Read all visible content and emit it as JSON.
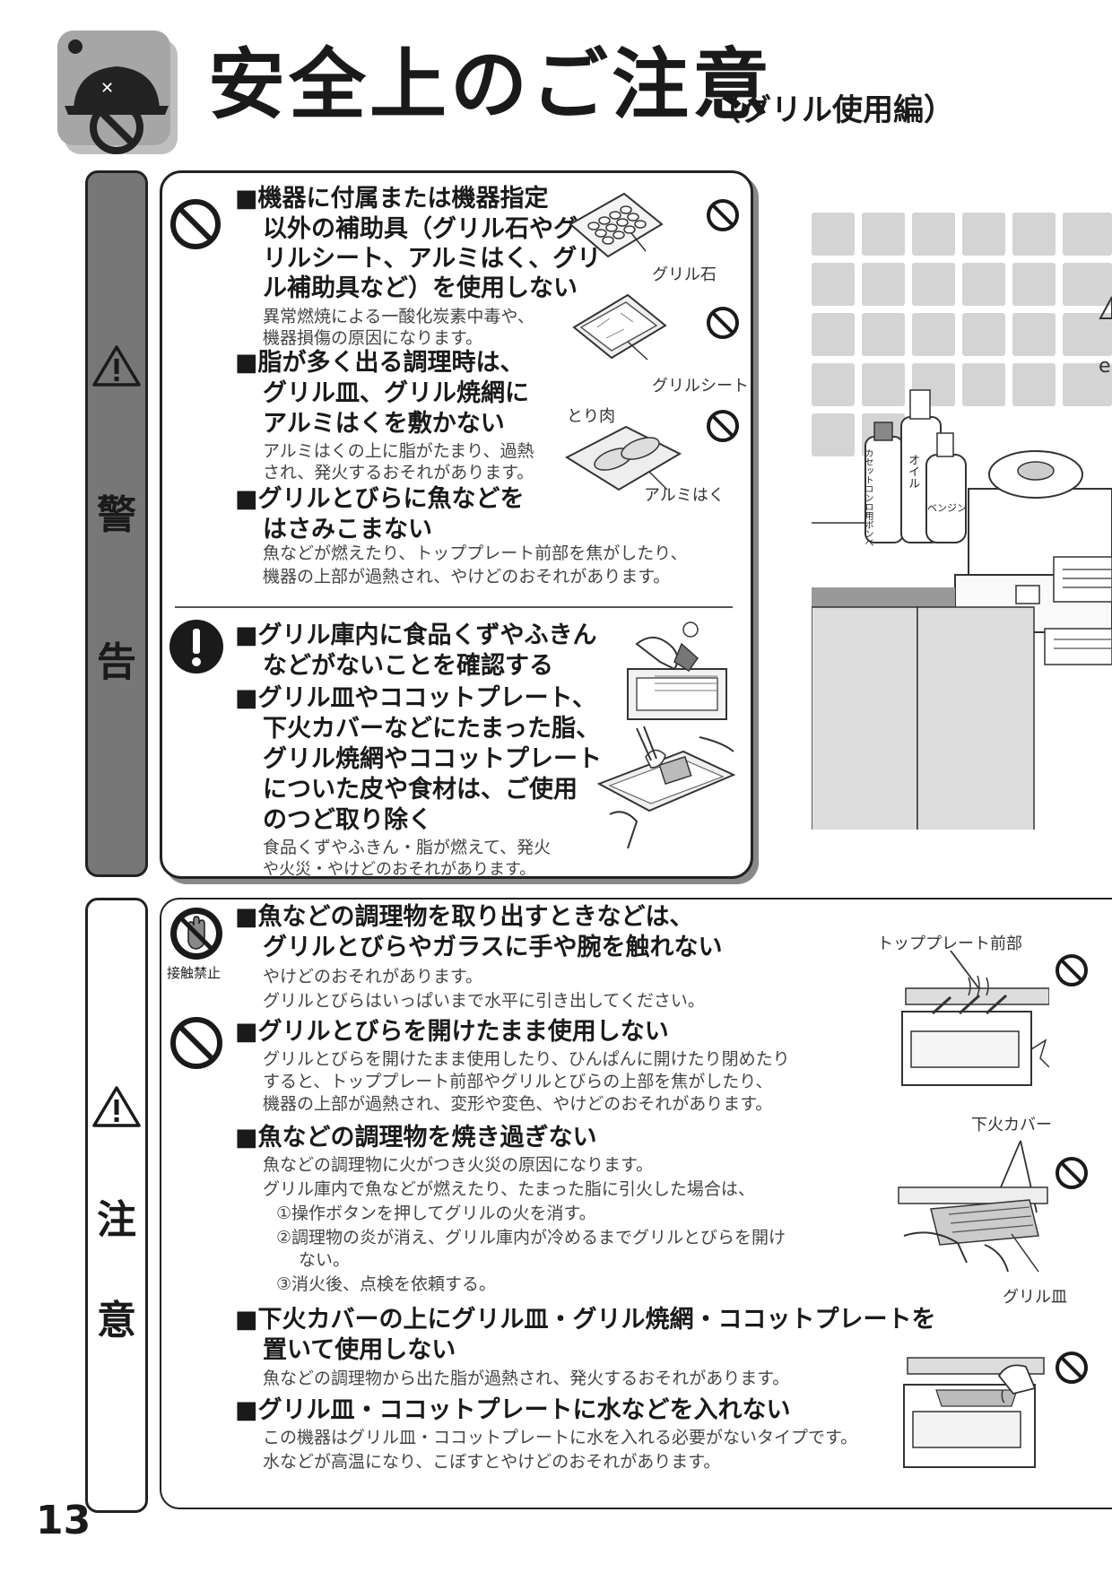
{
  "header": {
    "title": "安全上のご注意",
    "subtitle": "（グリル使用編）",
    "icon": "helmet-icon"
  },
  "warning": {
    "tab_chars": [
      "警",
      "告"
    ],
    "items": [
      {
        "head_lines": [
          "■機器に付属または機器指定",
          "以外の補助具（グリル石やグ",
          "リルシート、アルミはく、グリ",
          "ル補助具など）を使用しない"
        ],
        "desc_lines": [
          "異常燃焼による一酸化炭素中毒や、",
          "機器損傷の原因になります。"
        ]
      },
      {
        "head_lines": [
          "■脂が多く出る調理時は、",
          "グリル皿、グリル焼網に",
          "アルミはくを敷かない"
        ],
        "desc_lines": [
          "アルミはくの上に脂がたまり、過熱",
          "され、発火するおそれがあります。"
        ]
      },
      {
        "head_lines": [
          "■グリルとびらに魚などを",
          "はさみこまない"
        ],
        "desc_lines": [
          "魚などが燃えたり、トッププレート前部を焦がしたり、",
          "機器の上部が過熱され、やけどのおそれがあります。"
        ]
      },
      {
        "head_lines": [
          "■グリル庫内に食品くずやふきん",
          "などがないことを確認する"
        ]
      },
      {
        "head_lines": [
          "■グリル皿やココットプレート、",
          "下火カバーなどにたまった脂、",
          "グリル焼網やココットプレート",
          "についた皮や食材は、ご使用",
          "のつど取り除く"
        ],
        "desc_lines": [
          "食品くずやふきん・脂が燃えて、発火",
          "や火災・やけどのおそれがあります。"
        ]
      }
    ],
    "illus_labels": {
      "grill_stone": "グリル石",
      "grill_sheet": "グリルシート",
      "chicken": "とり肉",
      "foil": "アルミはく"
    },
    "bottle_labels": {
      "cassette": "カセットコンロ用ボンベ",
      "oil": "オイル",
      "benzine": "ベンジン"
    }
  },
  "caution": {
    "tab_chars": [
      "注",
      "意"
    ],
    "no_touch_label": "接触禁止",
    "items": [
      {
        "head_lines": [
          "■魚などの調理物を取り出すときなどは、",
          "グリルとびらやガラスに手や腕を触れない"
        ],
        "desc_lines": [
          "やけどのおそれがあります。",
          "グリルとびらはいっぱいまで水平に引き出してください。"
        ]
      },
      {
        "head_lines": [
          "■グリルとびらを開けたまま使用しない"
        ],
        "desc_lines": [
          "グリルとびらを開けたまま使用したり、ひんぱんに開けたり閉めたり",
          "すると、トッププレート前部やグリルとびらの上部を焦がしたり、",
          "機器の上部が過熱され、変形や変色、やけどのおそれがあります。"
        ]
      },
      {
        "head_lines": [
          "■魚などの調理物を焼き過ぎない"
        ],
        "desc_lines": [
          "魚などの調理物に火がつき火災の原因になります。",
          "グリル庫内で魚などが燃えたり、たまった脂に引火した場合は、",
          "①操作ボタンを押してグリルの火を消す。",
          "②調理物の炎が消え、グリル庫内が冷めるまでグリルとびらを開け",
          "ない。",
          "③消火後、点検を依頼する。"
        ]
      },
      {
        "head_lines": [
          "■下火カバーの上にグリル皿・グリル焼網・ココットプレートを",
          "置いて使用しない"
        ],
        "desc_lines": [
          "魚などの調理物から出た脂が過熱され、発火するおそれがあります。"
        ]
      },
      {
        "head_lines": [
          "■グリル皿・ココットプレートに水などを入れない"
        ],
        "desc_lines": [
          "この機器はグリル皿・ココットプレートに水を入れる必要がないタイプです。",
          "水などが高温になり、こぼすとやけどのおそれがあります。"
        ]
      }
    ],
    "illus_labels": {
      "top_plate_front": "トッププレート前部",
      "lower_fire_cover": "下火カバー",
      "grill_pan": "グリル皿"
    }
  },
  "page_number": "13"
}
